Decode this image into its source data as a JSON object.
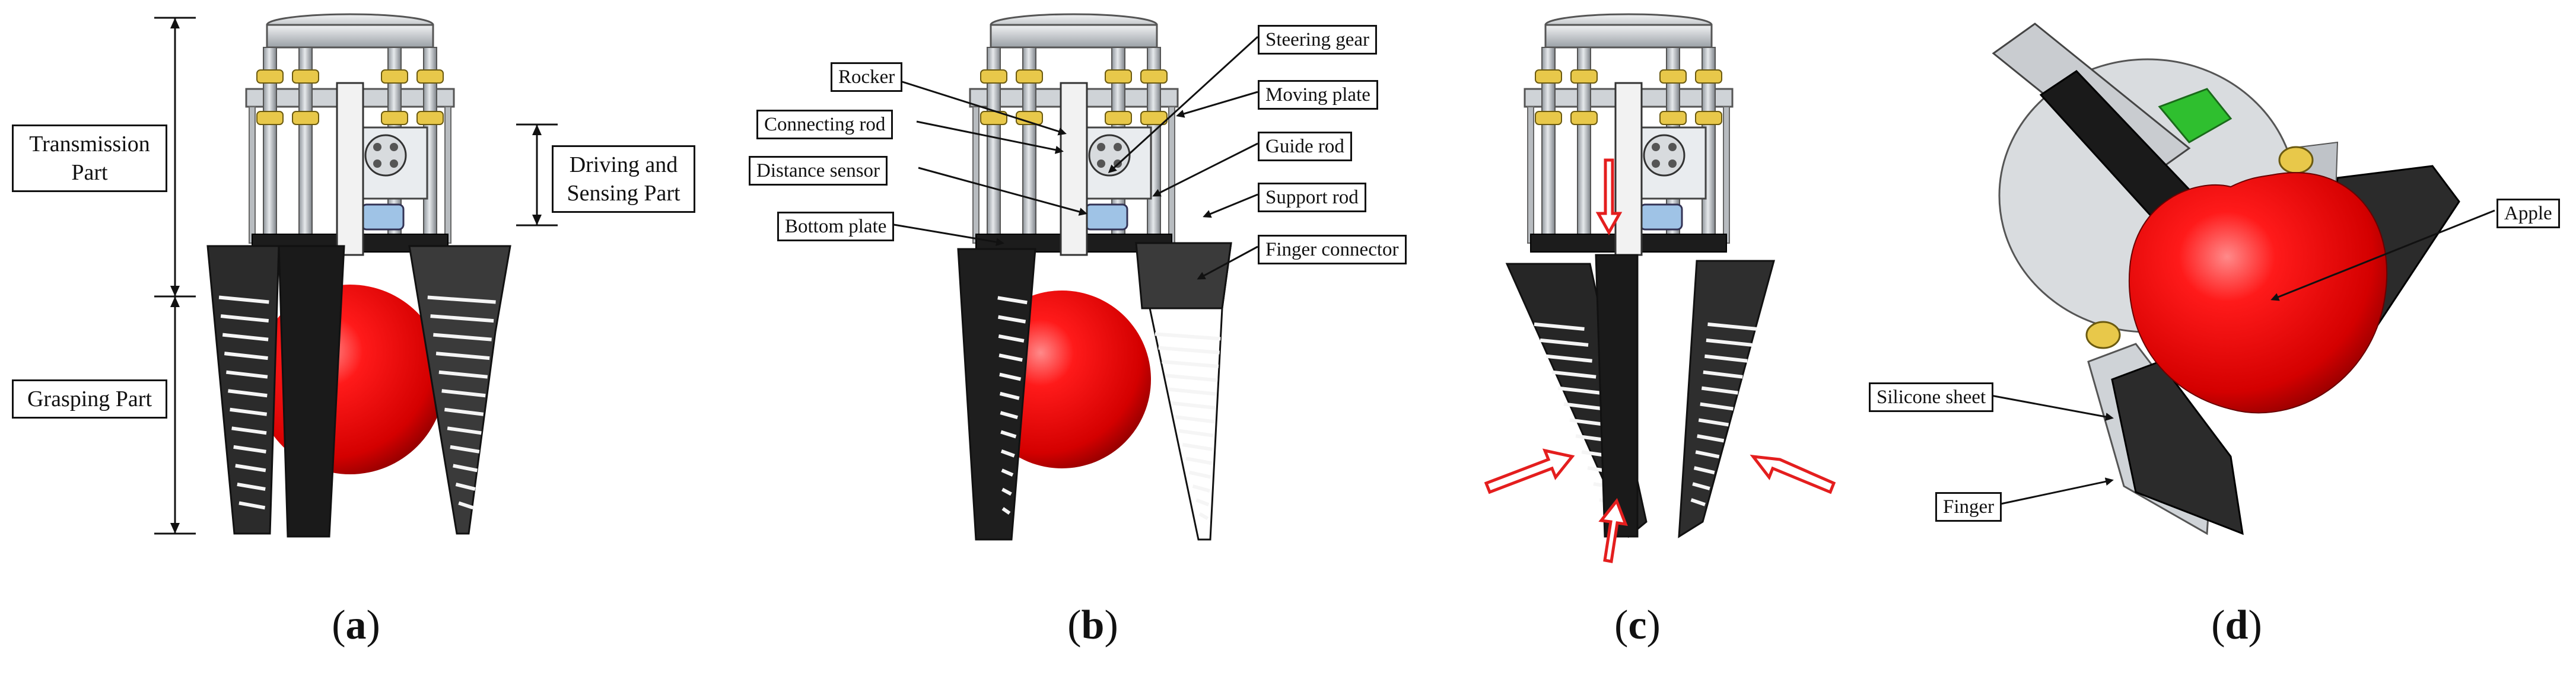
{
  "colors": {
    "frame": "#bfc3c8",
    "plate": "#1c1c1c",
    "finger": "#2b2b2b",
    "apple": "#e60000",
    "arrow": "#e41e1e",
    "green": "#2fbf2f"
  },
  "panels": [
    {
      "id": "a",
      "caption_letter": "a",
      "labels": {
        "transmission": "Transmission Part",
        "driving": "Driving and Sensing Part",
        "grasping": "Grasping Part"
      }
    },
    {
      "id": "b",
      "caption_letter": "b",
      "labels": {
        "rocker": "Rocker",
        "connecting_rod": "Connecting rod",
        "distance_sensor": "Distance sensor",
        "bottom_plate": "Bottom plate",
        "steering_gear": "Steering gear",
        "moving_plate": "Moving plate",
        "guide_rod": "Guide rod",
        "support_rod": "Support rod",
        "finger_connector": "Finger connector"
      }
    },
    {
      "id": "c",
      "caption_letter": "c"
    },
    {
      "id": "d",
      "caption_letter": "d",
      "labels": {
        "apple": "Apple",
        "silicone_sheet": "Silicone sheet",
        "finger": "Finger"
      }
    }
  ]
}
